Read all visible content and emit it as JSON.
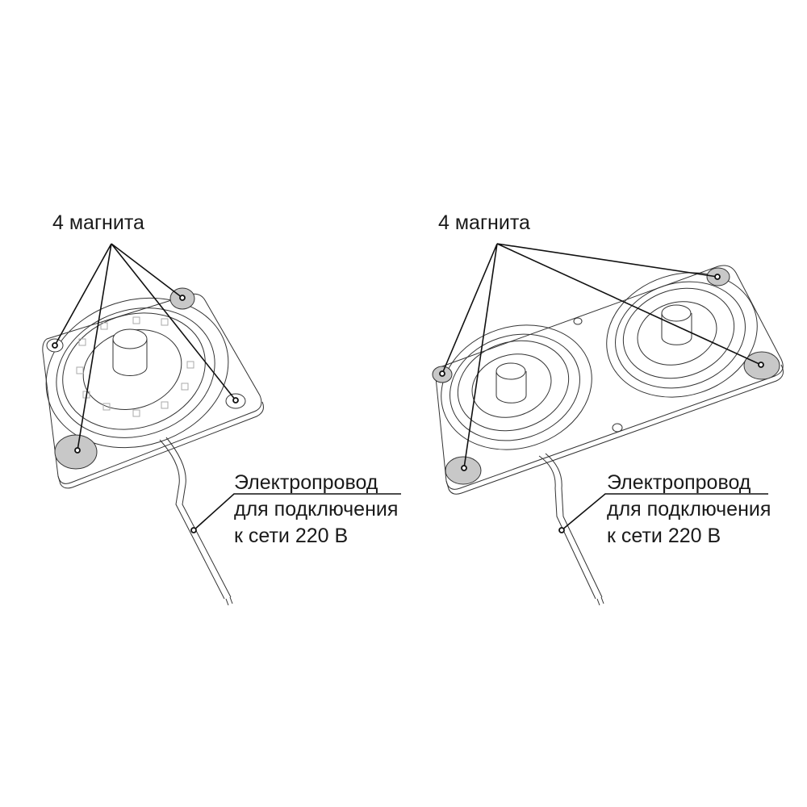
{
  "left_module": {
    "magnets_label": "4 магнита",
    "cable_label": [
      "Электропровод",
      "для подключения",
      "к сети 220 В"
    ]
  },
  "right_module": {
    "magnets_label": "4 магнита",
    "cable_label": [
      "Электропровод",
      "для подключения",
      "к сети 220 В"
    ]
  },
  "colors": {
    "line": "#222222",
    "magnet_fill": "#c8c8c8"
  }
}
